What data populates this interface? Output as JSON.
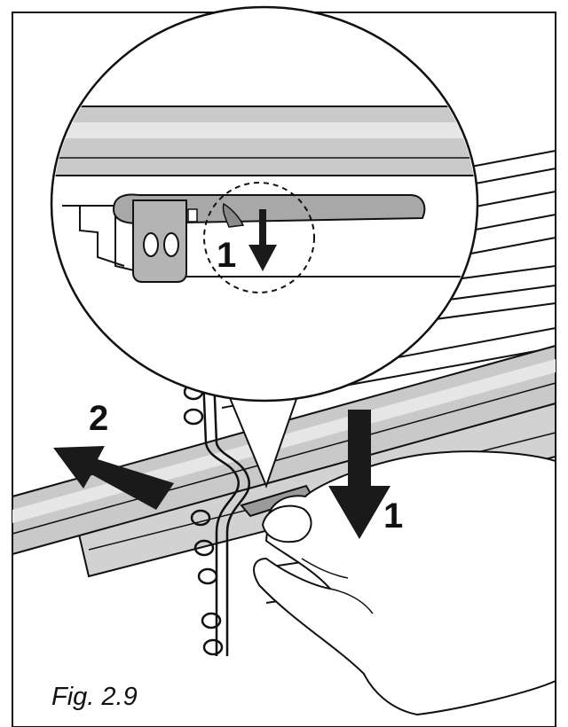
{
  "figure": {
    "caption": "Fig. 2.9",
    "step_labels": {
      "push_down": "1",
      "pull_out": "2",
      "detail_push_down": "1"
    }
  },
  "colors": {
    "line": "#111111",
    "rail_fill": "#c9c9c9",
    "rail_highlight": "#e6e6e6",
    "arrow": "#1a1a1a",
    "background": "#ffffff"
  },
  "icons": {
    "main_down_arrow": "arrow-down-icon",
    "pull_arrow": "arrow-left-icon",
    "detail_down_arrow": "arrow-down-icon"
  }
}
